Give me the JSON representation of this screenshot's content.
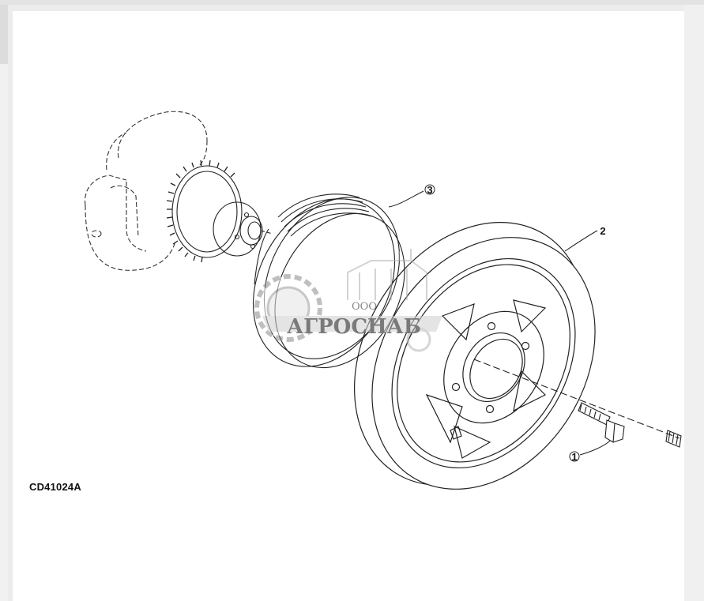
{
  "figure": {
    "code": "CD41024A",
    "callouts": [
      {
        "id": "callout-1",
        "label": "1",
        "part": "bolt"
      },
      {
        "id": "callout-2",
        "label": "2",
        "part": "damper-pulley"
      },
      {
        "id": "callout-3",
        "label": "3",
        "part": "belt-pulley-ring"
      }
    ]
  },
  "watermark": {
    "prefix": "ООО",
    "name": "АГРОСНАБ",
    "color": "#9a9a9a"
  }
}
